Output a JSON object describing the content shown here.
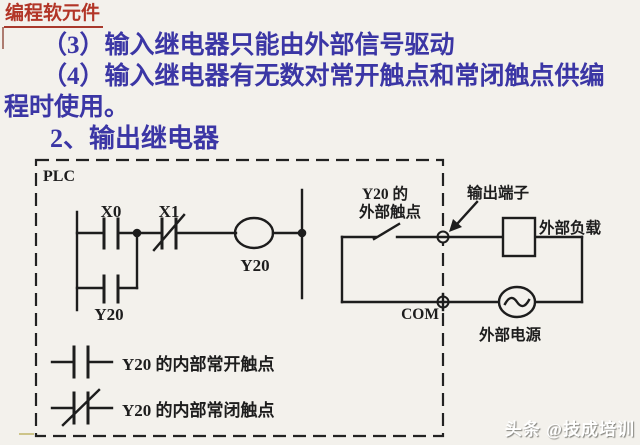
{
  "slide": {
    "background_color": "#f3f1ec",
    "watermark": "头条 @技成培训"
  },
  "header": {
    "title": "编程软元件",
    "title_color": "#b23527"
  },
  "body": {
    "text_color": "#3b36a5",
    "point3": "（3）输入继电器只能由外部信号驱动",
    "point4_line1": "（4）输入继电器有无数对常开触点和常闭触点供编",
    "point4_line2": "程时使用。",
    "section_heading": "2、输出继电器"
  },
  "diagram": {
    "line_color": "#1d1d1d",
    "plc_label": "PLC",
    "ladder": {
      "contact_x0_label": "X0",
      "contact_x1_label": "X1",
      "coil_label": "Y20",
      "branch_contact_label": "Y20"
    },
    "external": {
      "external_contact_line1": "Y20 的",
      "external_contact_line2": "外部触点",
      "output_terminal_label": "输出端子",
      "external_load_label": "外部负载",
      "com_label": "COM",
      "external_power_label": "外部电源"
    },
    "legend": [
      {
        "symbol": "normally-open-contact",
        "label": "Y20 的内部常开触点"
      },
      {
        "symbol": "normally-closed-contact",
        "label": "Y20 的内部常闭触点"
      }
    ]
  }
}
